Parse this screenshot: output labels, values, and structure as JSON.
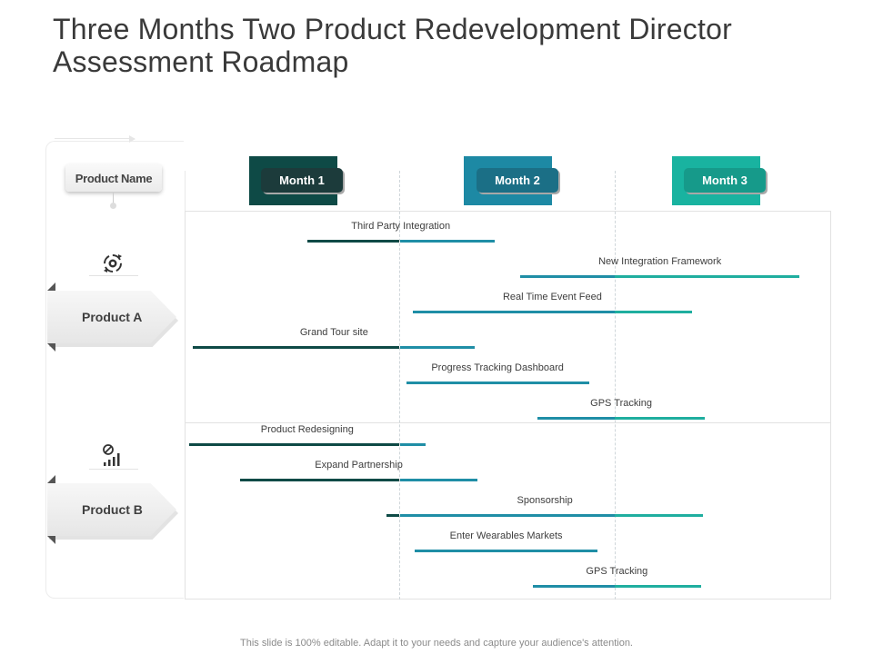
{
  "title": "Three Months Two Product Redevelopment Director Assessment Roadmap",
  "footer": "This slide is 100% editable. Adapt it to your needs and capture your audience's attention.",
  "product_name_label": "Product Name",
  "products": [
    {
      "label": "Product A",
      "icon": "gear-cycle-icon"
    },
    {
      "label": "Product B",
      "icon": "bar-chart-gauge-icon"
    }
  ],
  "months": [
    "Month 1",
    "Month 2",
    "Month 3"
  ],
  "colors": {
    "month1": "#0e4a46",
    "month1_pill": "#1c3b3b",
    "month2": "#1d89a4",
    "month2_pill": "#1b6f86",
    "month3": "#19b3a0",
    "month3_pill": "#169a8a",
    "bar_dark": "#0e4a46",
    "bar_mid": "#1f8ea6",
    "bar_light": "#1fae9f"
  },
  "tasks": [
    {
      "label": "Third Party Integration",
      "product": "Product A",
      "start_month": 0.57,
      "end_month": 1.44
    },
    {
      "label": "New Integration Framework",
      "product": "Product A",
      "start_month": 1.56,
      "end_month": 2.86
    },
    {
      "label": "Real Time Event Feed",
      "product": "Product A",
      "start_month": 1.06,
      "end_month": 2.36
    },
    {
      "label": "Grand Tour site",
      "product": "Product A",
      "start_month": 0.04,
      "end_month": 1.35
    },
    {
      "label": "Progress Tracking Dashboard",
      "product": "Product A",
      "start_month": 1.03,
      "end_month": 1.88
    },
    {
      "label": "GPS Tracking",
      "product": "Product A",
      "start_month": 1.64,
      "end_month": 2.42
    },
    {
      "label": "Product Redesigning",
      "product": "Product B",
      "start_month": 0.02,
      "end_month": 1.12
    },
    {
      "label": "Expand Partnership",
      "product": "Product B",
      "start_month": 0.26,
      "end_month": 1.36
    },
    {
      "label": "Sponsorship",
      "product": "Product B",
      "start_month": 0.94,
      "end_month": 2.41
    },
    {
      "label": "Enter Wearables Markets",
      "product": "Product B",
      "start_month": 1.07,
      "end_month": 1.92
    },
    {
      "label": "GPS Tracking",
      "product": "Product B",
      "start_month": 1.62,
      "end_month": 2.4
    }
  ]
}
